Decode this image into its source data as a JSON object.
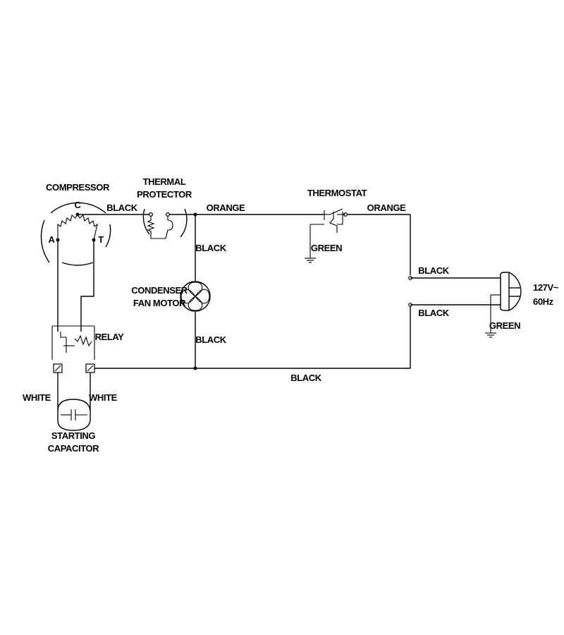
{
  "labels": {
    "compressor": "COMPRESSOR",
    "terminal_c": "C",
    "terminal_a": "A",
    "terminal_t": "T",
    "thermal_line1": "THERMAL",
    "thermal_line2": "PROTECTOR",
    "thermostat": "THERMOSTAT",
    "condenser_line1": "CONDENSER",
    "condenser_line2": "FAN MOTOR",
    "relay": "RELAY",
    "capacitor_line1": "STARTING",
    "capacitor_line2": "CAPACITOR",
    "supply_line1": "127V~",
    "supply_line2": "60Hz"
  },
  "wires": {
    "black_comp_to_protector": "BLACK",
    "orange_protector_to_thermostat": "ORANGE",
    "orange_thermostat_to_plug": "ORANGE",
    "green_thermostat_ground": "GREEN",
    "black_fan_upper": "BLACK",
    "black_fan_lower": "BLACK",
    "black_bottom_return": "BLACK",
    "black_plug_upper": "BLACK",
    "black_plug_lower": "BLACK",
    "green_plug_ground": "GREEN",
    "white_left": "WHITE",
    "white_right": "WHITE"
  },
  "colors": {
    "line": "#000000",
    "background": "#ffffff"
  }
}
